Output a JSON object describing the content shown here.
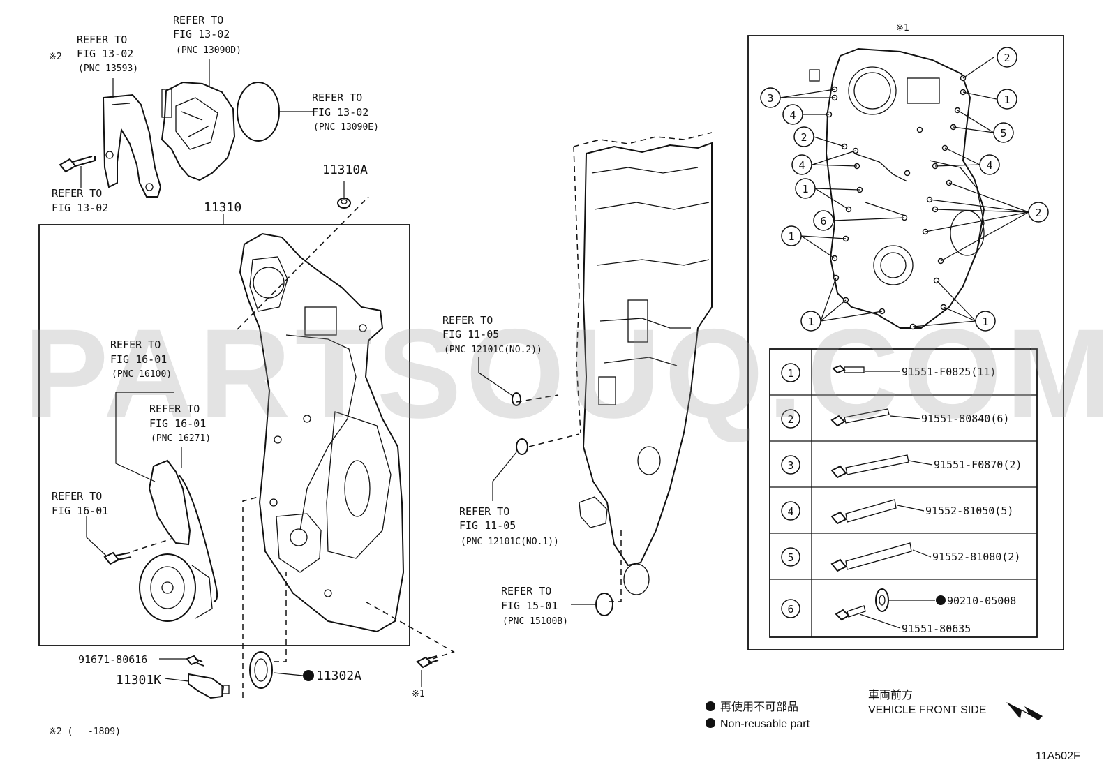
{
  "labels": {
    "mark1_top": "※1",
    "refer_13593_1": "REFER TO",
    "refer_13593_2": "FIG 13-02",
    "refer_13593_3": "(PNC 13593)",
    "mark2_left": "※2",
    "refer_13090d_1": "REFER TO",
    "refer_13090d_2": "FIG 13-02",
    "refer_13090d_3": "(PNC 13090D)",
    "refer_13090e_1": "REFER TO",
    "refer_13090e_2": "FIG 13-02",
    "refer_13090e_3": "(PNC 13090E)",
    "refer_bolt_1": "REFER TO",
    "refer_bolt_2": "FIG 13-02",
    "part_11310a": "11310A",
    "part_11310": "11310",
    "refer_16100_1": "REFER TO",
    "refer_16100_2": "FIG 16-01",
    "refer_16100_3": "(PNC 16100)",
    "refer_16271_1": "REFER TO",
    "refer_16271_2": "FIG 16-01",
    "refer_16271_3": "(PNC 16271)",
    "refer_16_1": "REFER TO",
    "refer_16_2": "FIG 16-01",
    "part_91671": "91671-80616",
    "part_11301k": "11301K",
    "part_11302a": "11302A",
    "mark1_bottom": "※1",
    "refer_12101c2_1": "REFER TO",
    "refer_12101c2_2": "FIG 11-05",
    "refer_12101c2_3": "(PNC 12101C(NO.2))",
    "refer_12101c1_1": "REFER TO",
    "refer_12101c1_2": "FIG 11-05",
    "refer_12101c1_3": "(PNC 12101C(NO.1))",
    "refer_15100b_1": "REFER TO",
    "refer_15100b_2": "FIG 15-01",
    "refer_15100b_3": "(PNC 15100B)",
    "footnote_mark": "※2 (",
    "footnote_range": "-1809)",
    "legend_jp": "再使用不可部品",
    "legend_en": "Non-reusable part",
    "front_jp": "車両前方",
    "front_en": "VEHICLE FRONT SIDE",
    "diagram_code": "11A502F",
    "watermark": "PARTSOUQ.COM"
  },
  "callouts": {
    "c1": "1",
    "c2": "2",
    "c3": "3",
    "c4": "4",
    "c5": "5",
    "c6": "6"
  },
  "bolt_table": [
    {
      "num": "1",
      "part": "91551-F0825(11)"
    },
    {
      "num": "2",
      "part": "91551-80840(6)"
    },
    {
      "num": "3",
      "part": "91551-F0870(2)"
    },
    {
      "num": "4",
      "part": "91552-81050(5)"
    },
    {
      "num": "5",
      "part": "91552-81080(2)"
    },
    {
      "num": "6",
      "part": "91551-80635",
      "extra": "90210-05008"
    }
  ]
}
